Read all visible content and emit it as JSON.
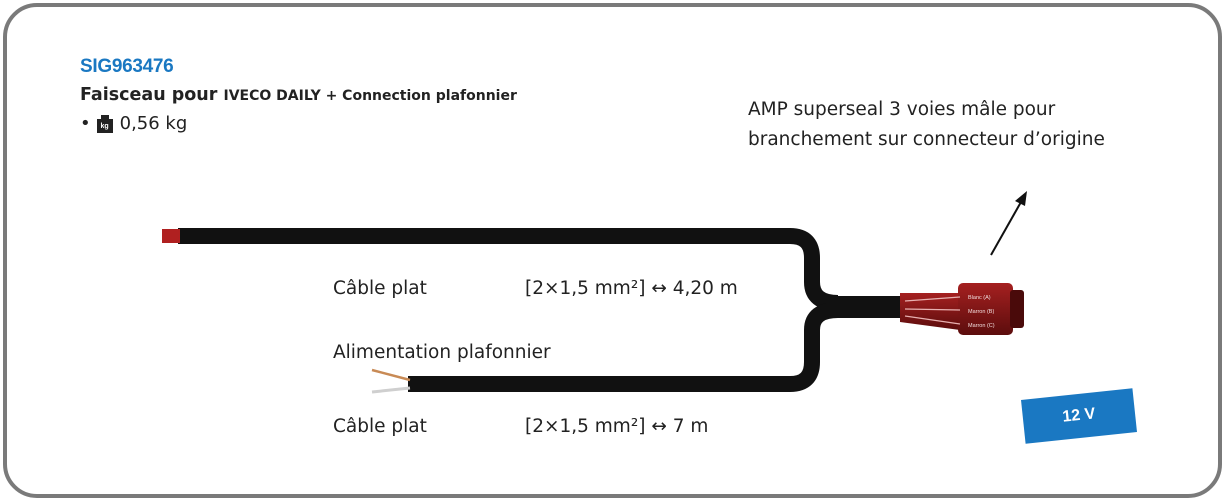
{
  "product": {
    "reference": "SIG963476",
    "title_main": "Faisceau pour",
    "title_rest": "IVECO DAILY + Connection plafonnier",
    "weight_bullet": "•",
    "weight_icon": "kg",
    "weight_value": "0,56 kg"
  },
  "annotations": {
    "connector_line1": "AMP superseal 3 voies mâle pour",
    "connector_line2": "branchement sur connecteur d’origine",
    "cable1_name": "Câble plat",
    "cable1_spec": "[2×1,5 mm²] ↔ 4,20 m",
    "feed_label": "Alimentation plafonnier",
    "cable2_name": "Câble plat",
    "cable2_spec": "[2×1,5 mm²] ↔ 7 m"
  },
  "connector_pins": [
    "Blanc (A)",
    "Marron (B)",
    "Marron (C)"
  ],
  "voltage_badge": "12 V",
  "colors": {
    "accent_blue": "#1a78c2",
    "frame_gray": "#7a7a7a",
    "cable_black": "#111111",
    "connector_red": "#7a1414"
  }
}
